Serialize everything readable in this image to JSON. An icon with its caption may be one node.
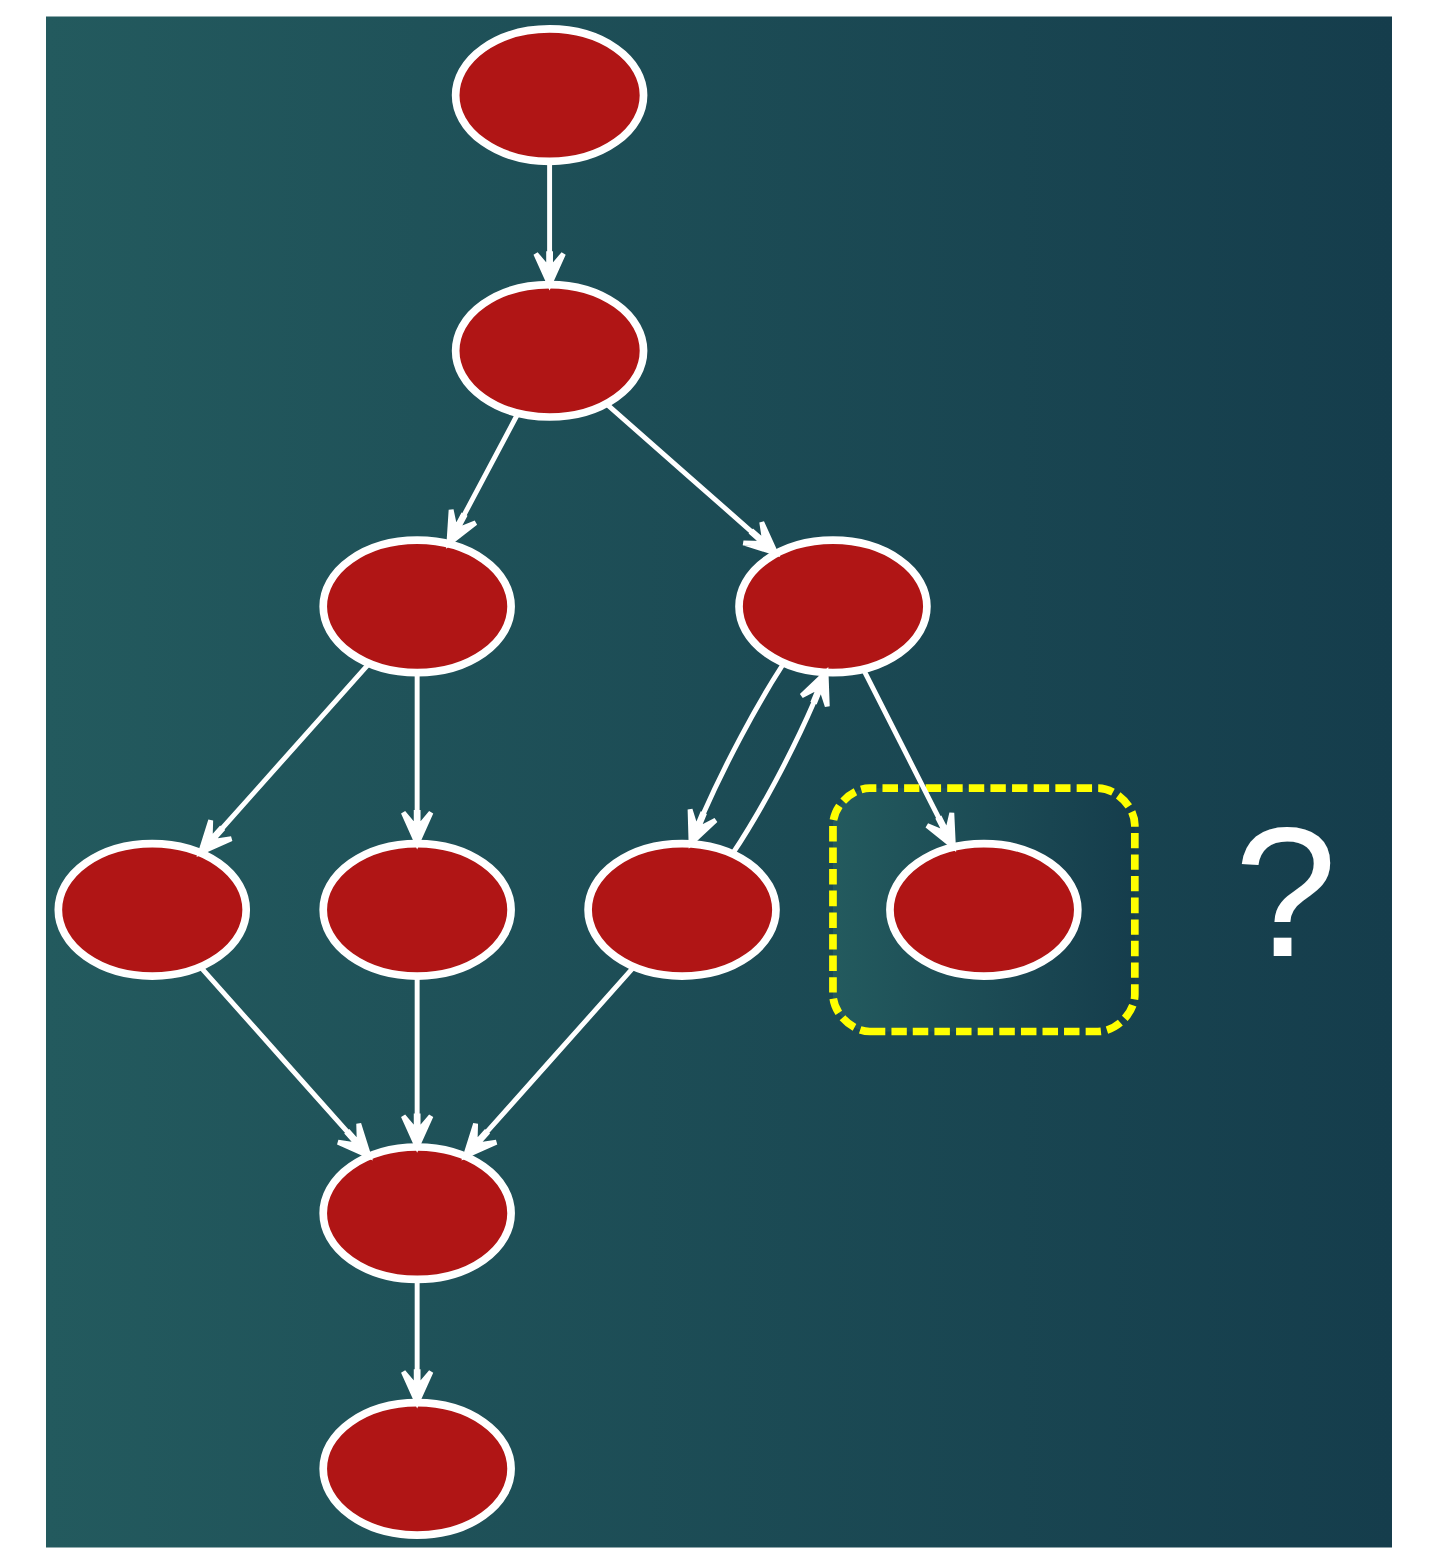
{
  "diagram": {
    "nodes": [
      {
        "text": [],
        "shape": "ellipse"
      },
      {
        "text": [],
        "shape": "ellipse"
      },
      {
        "text": [],
        "shape": "ellipse"
      },
      {
        "text": [],
        "shape": "ellipse"
      },
      {
        "text": [],
        "shape": "ellipse"
      },
      {
        "text": [],
        "shape": "ellipse"
      },
      {
        "text": [],
        "shape": "ellipse"
      },
      {
        "text": [],
        "shape": "ellipse"
      },
      {
        "text": [],
        "shape": "ellipse",
        "in": 7
      },
      {
        "text": [],
        "shape": "ellipse"
      },
      {
        "text": [],
        "shape": "ellipse"
      }
    ],
    "edges": [
      {
        "from": 0,
        "to": 1,
        "arrow": "to"
      },
      {
        "from": 1,
        "to": 2,
        "arrow": "to"
      },
      {
        "from": 1,
        "to": 3,
        "arrow": "to"
      },
      {
        "from": 2,
        "to": 4,
        "arrow": "to"
      },
      {
        "from": 2,
        "to": 5,
        "arrow": "to"
      },
      {
        "from": 3,
        "to": 6,
        "arrow": "to"
      },
      {
        "from": 6,
        "to": 3,
        "arrow": "to"
      },
      {
        "from": 3,
        "to": 8,
        "arrow": "to"
      },
      {
        "from": 4,
        "to": 9,
        "arrow": "to"
      },
      {
        "from": 5,
        "to": 9,
        "arrow": "to"
      },
      {
        "from": 6,
        "to": 9,
        "arrow": "to"
      },
      {
        "from": 9,
        "to": 10,
        "arrow": "to"
      }
    ],
    "labels": [
      "?"
    ]
  }
}
